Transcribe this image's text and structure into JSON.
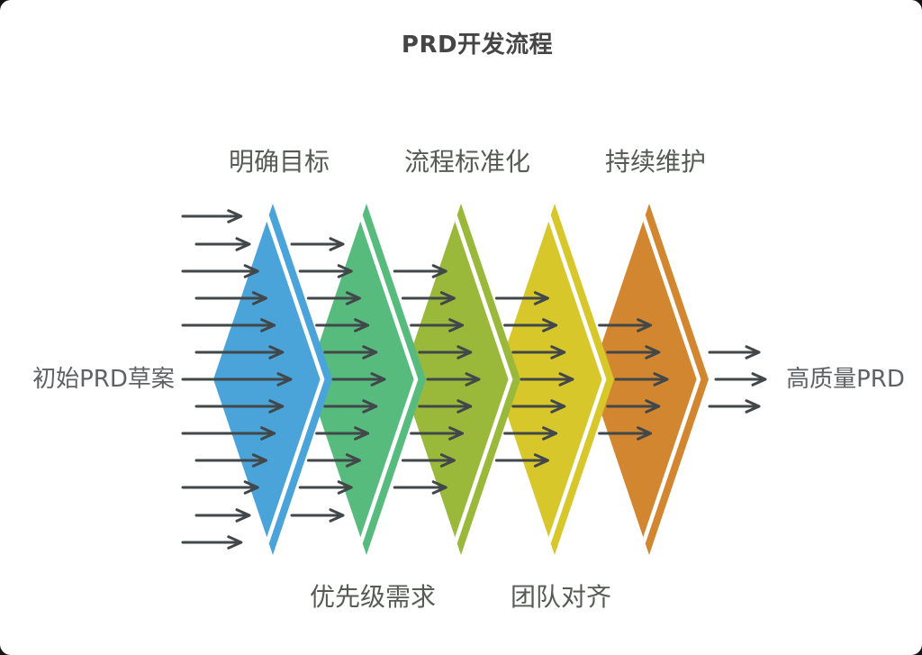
{
  "title": "PRD开发流程",
  "diagram": {
    "input_label": "初始PRD草案",
    "output_label": "高质量PRD",
    "stages": [
      {
        "label": "明确目标",
        "label_position": "top",
        "color": "#4aa3d9"
      },
      {
        "label": "优先级需求",
        "label_position": "bottom",
        "color": "#57bb7e"
      },
      {
        "label": "流程标准化",
        "label_position": "top",
        "color": "#9ab83a"
      },
      {
        "label": "团队对齐",
        "label_position": "bottom",
        "color": "#d8c72b"
      },
      {
        "label": "持续维护",
        "label_position": "top",
        "color": "#d2862f"
      }
    ],
    "arrow_counts": [
      13,
      11,
      9,
      7,
      5,
      3
    ],
    "colors": {
      "arrow": "#42474a",
      "stripe": "#ffffff",
      "title_text": "#454545",
      "stage_label_text": "#565b55",
      "side_label_text": "#5e6265",
      "card_background": "#ffffff"
    }
  }
}
